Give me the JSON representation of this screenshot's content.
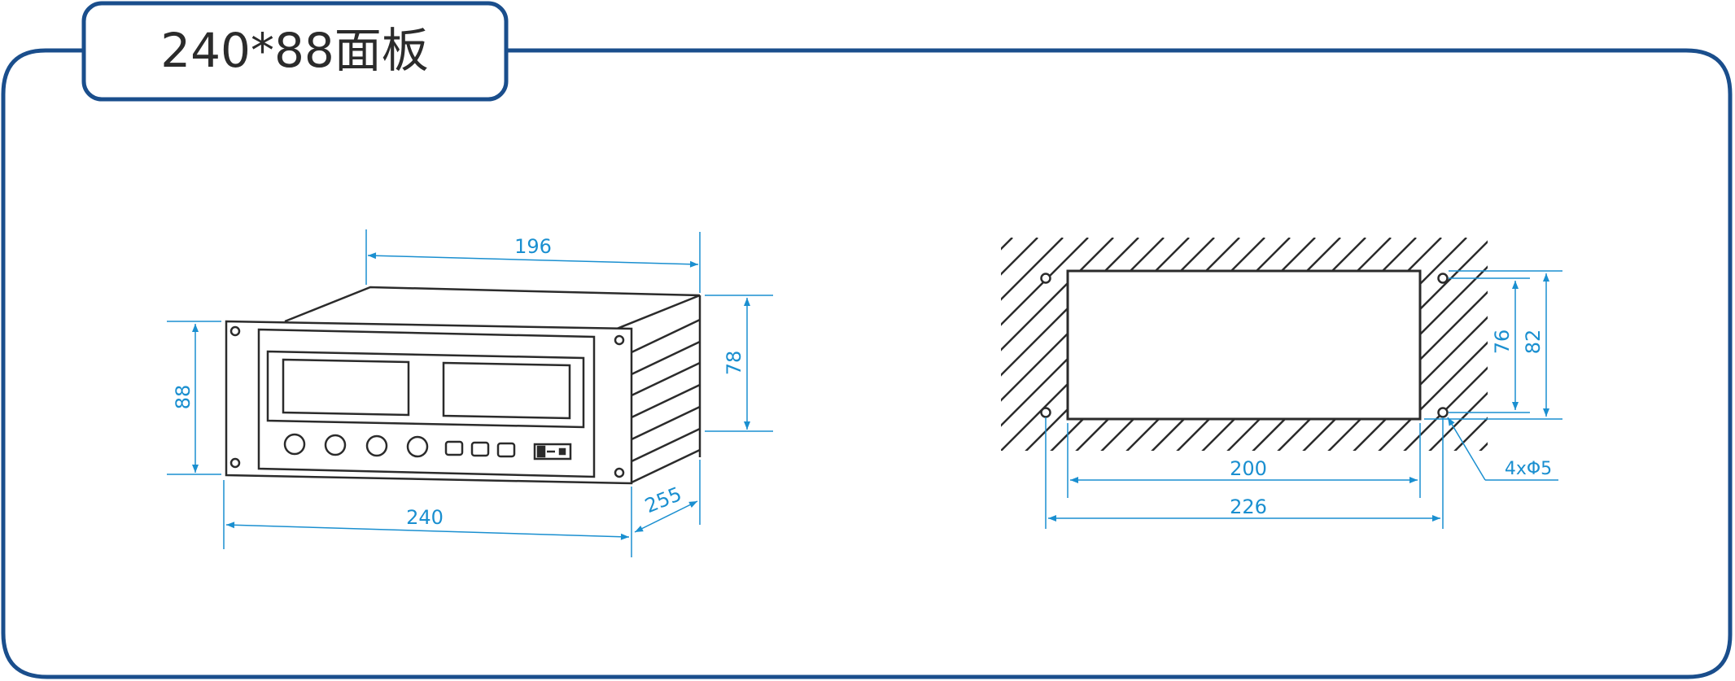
{
  "title": "240*88面板",
  "colors": {
    "frame": "#1a4e8c",
    "dimension": "#1a8fd0",
    "outline": "#2b2b2b",
    "title_text": "#2b2b2b"
  },
  "front_view": {
    "dim_top_depth": "196",
    "dim_right_height": "78",
    "dim_left_height": "88",
    "dim_bottom_width": "240",
    "dim_depth_diagonal": "255"
  },
  "cutout_view": {
    "dim_inner_width": "200",
    "dim_hole_spacing": "226",
    "dim_inner_height": "76",
    "dim_outer_height": "82",
    "hole_callout": "4xΦ5"
  }
}
